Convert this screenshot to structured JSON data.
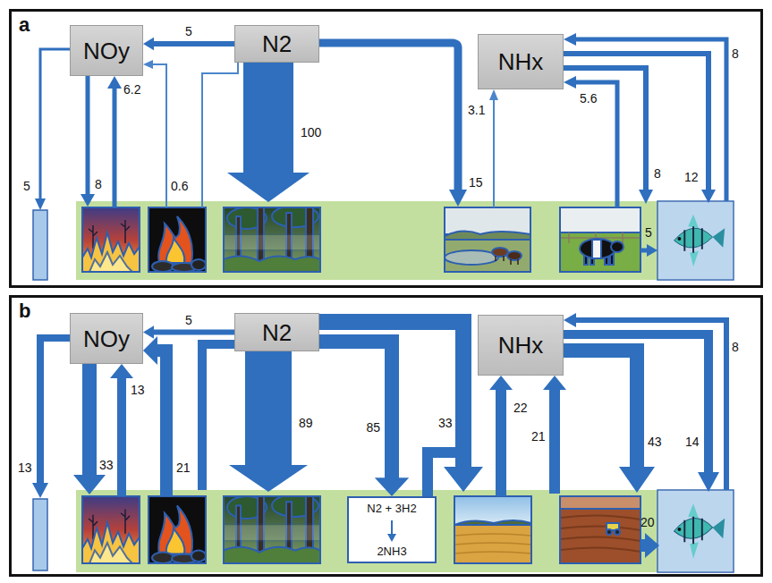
{
  "diagram": {
    "nodes": [
      {
        "text": [
          "a"
        ]
      },
      {
        "text": [
          "NOy"
        ],
        "in": 0
      },
      {
        "text": [
          "N2"
        ],
        "in": 0
      },
      {
        "text": [
          "NHx"
        ],
        "in": 0
      },
      {
        "text": [
          "b"
        ]
      },
      {
        "text": [
          "NOy"
        ],
        "in": 4
      },
      {
        "text": [
          "N2"
        ],
        "in": 4
      },
      {
        "text": [
          "NHx"
        ],
        "in": 4
      },
      {
        "text": [
          "N2 + 3H2",
          "2NH3"
        ],
        "in": 4
      }
    ],
    "edges": [
      {
        "from": 2,
        "to": 1,
        "arrow": "to",
        "label": "5"
      },
      {
        "from": 6,
        "to": 5,
        "arrow": "to",
        "label": "5"
      },
      {
        "from": 6,
        "to": 8,
        "arrow": "to",
        "label": "85"
      }
    ],
    "labels": [
      "5",
      "8",
      "6.2",
      "0.6",
      "100",
      "15",
      "3.1",
      "5.6",
      "8",
      "12",
      "8",
      "5",
      "13",
      "33",
      "13",
      "21",
      "89",
      "33",
      "22",
      "21",
      "43",
      "14",
      "8",
      "20"
    ]
  }
}
